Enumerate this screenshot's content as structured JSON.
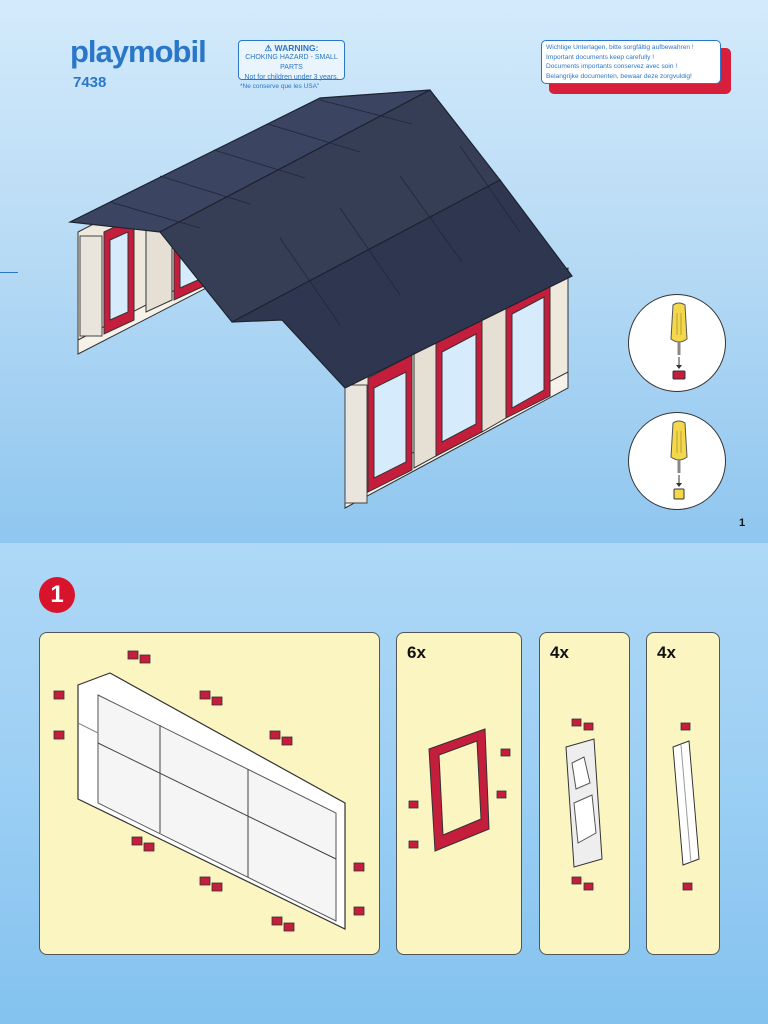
{
  "header": {
    "brand": "playmobil",
    "model_number": "7438",
    "warning": {
      "title": "WARNING:",
      "line1": "CHOKING HAZARD - SMALL PARTS",
      "line2": "Not for children under 3 years."
    },
    "usa_note": "*Ne conserve que les USA\"",
    "documents_notice": [
      "Wichtige Unterlagen, bitte sorgfältig aufbewahren !",
      "Important documents keep carefully !",
      "Documents importants conservez avec soin !",
      "Belangrijke documenten, bewaar deze zorgvuldig!"
    ]
  },
  "page_number": "1",
  "step": {
    "number": "1",
    "panels": [
      {
        "quantity": ""
      },
      {
        "quantity": "6x"
      },
      {
        "quantity": "4x"
      },
      {
        "quantity": "4x"
      }
    ]
  },
  "colors": {
    "brand_blue": "#2a77c9",
    "roof": "#363e56",
    "frame_red": "#c51e3d",
    "badge_red": "#d7142b",
    "panel_bg": "#fbf5c2",
    "tool_yellow": "#f2d84a"
  }
}
